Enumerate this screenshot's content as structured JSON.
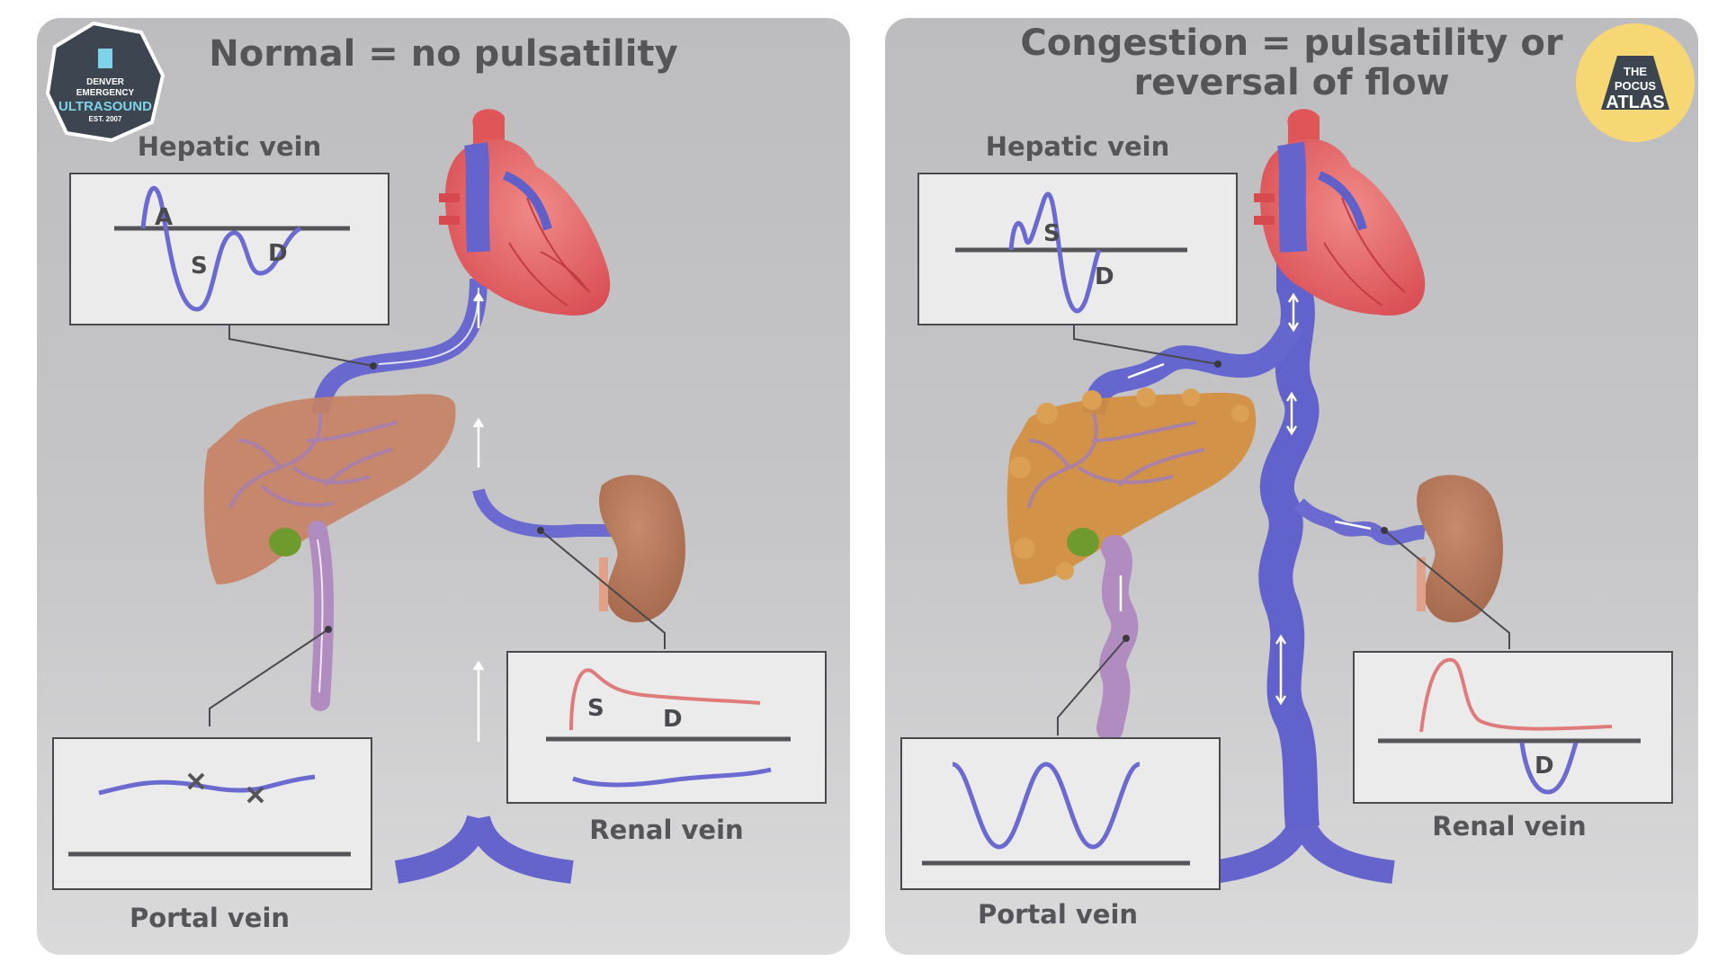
{
  "left_panel": {
    "title": "Normal = no pulsatility",
    "hepatic_label": "Hepatic vein",
    "portal_label": "Portal vein",
    "renal_label": "Renal vein",
    "hepatic_wave": {
      "a": "A",
      "s": "S",
      "d": "D"
    },
    "renal_wave": {
      "s": "S",
      "d": "D"
    }
  },
  "right_panel": {
    "title_line1": "Congestion = pulsatility or",
    "title_line2": "reversal of flow",
    "hepatic_label": "Hepatic vein",
    "portal_label": "Portal vein",
    "renal_label": "Renal vein",
    "hepatic_wave": {
      "s": "S",
      "d": "D"
    },
    "renal_wave": {
      "d": "D"
    }
  },
  "logo_left": {
    "line1": "DENVER",
    "line2": "EMERGENCY",
    "line3": "ULTRASOUND",
    "line4": "EST. 2007"
  },
  "logo_right": {
    "line1": "THE",
    "line2": "POCUS",
    "line3": "ATLAS"
  },
  "colors": {
    "vein": "#6a6ad0",
    "portal": "#b38fc2",
    "heart": "#e2585c",
    "liver_normal": "#c98466",
    "liver_congested": "#d89640",
    "kidney": "#b97656",
    "gallbladder": "#6f9a2e",
    "wave_blue": "#6a6ad0",
    "wave_red": "#e07b7b",
    "logo_yellow": "#f7d774"
  }
}
